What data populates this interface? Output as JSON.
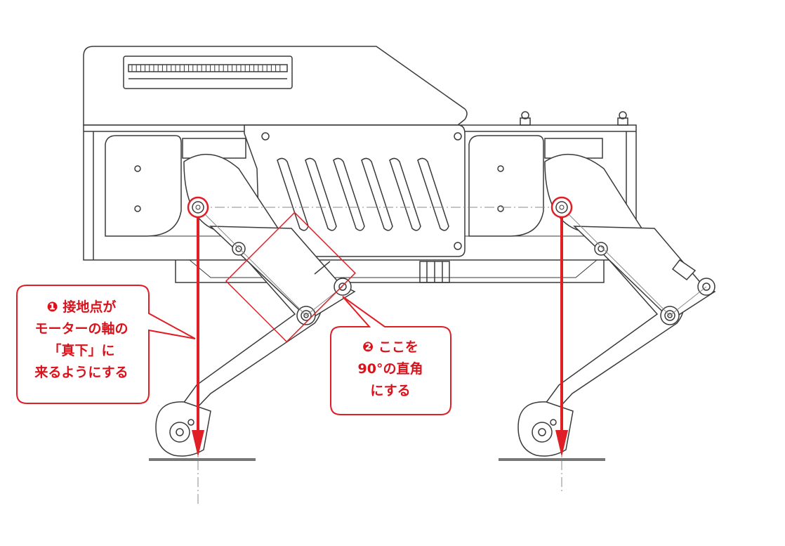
{
  "callouts": {
    "ground_contact": {
      "text": "❶ 接地点が\nモーターの軸の\n「真下」に\n来るようにする"
    },
    "right_angle": {
      "text": "❷ ここを\n90°の直角\nにする"
    }
  },
  "colors": {
    "line": "#3a3a3a",
    "accent": "#e01e25",
    "ground": "#777777",
    "callout_fill": "#ffffff"
  },
  "icons": [
    "robot-body",
    "motor-axis-marker",
    "foot-wheel",
    "arrow-down"
  ]
}
